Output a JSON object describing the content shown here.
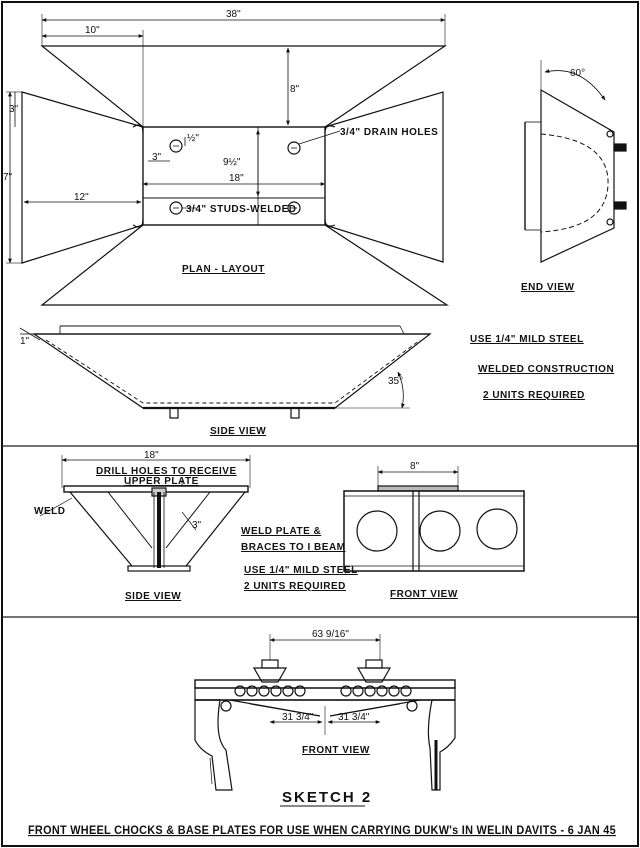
{
  "plan": {
    "dim_38": "38\"",
    "dim_10": "10\"",
    "dim_8": "8\"",
    "dim_3_top": "3\"",
    "dim_7": "7\"",
    "dim_half": "½\"",
    "dim_3": "3\"",
    "dim_9_half": "9½\"",
    "dim_18": "18\"",
    "dim_12": "12\"",
    "drain_holes": "3/4\" DRAIN HOLES",
    "studs": "3/4\" STUDS-WELDED",
    "label": "PLAN - LAYOUT"
  },
  "end_view": {
    "angle": "60°",
    "label": "END VIEW"
  },
  "side_view_top": {
    "dim_1": "1\"",
    "angle": "35°",
    "label": "SIDE VIEW"
  },
  "notes_top": {
    "steel": "USE 1/4\" MILD STEEL",
    "construction": "WELDED CONSTRUCTION",
    "units": "2 UNITS REQUIRED"
  },
  "base_side": {
    "dim_18": "18\"",
    "drill_note_1": "DRILL HOLES TO RECEIVE",
    "drill_note_2": "UPPER PLATE",
    "weld": "WELD",
    "dim_3": "3\"",
    "label": "SIDE VIEW"
  },
  "base_notes": {
    "weld_plate_1": "WELD PLATE &",
    "weld_plate_2": "BRACES TO I BEAM",
    "steel": "USE 1/4\" MILD STEEL",
    "units": "2 UNITS REQUIRED"
  },
  "base_front": {
    "dim_8": "8\"",
    "label": "FRONT VIEW"
  },
  "davit": {
    "dim_63": "63 9/16\"",
    "dim_31_left": "31 3/4\"",
    "dim_31_right": "31 3/4\"",
    "label": "FRONT VIEW"
  },
  "sketch_label": "SKETCH 2",
  "caption": "FRONT WHEEL CHOCKS & BASE PLATES FOR USE WHEN CARRYING DUKW's IN WELIN DAVITS - 6 JAN 45"
}
